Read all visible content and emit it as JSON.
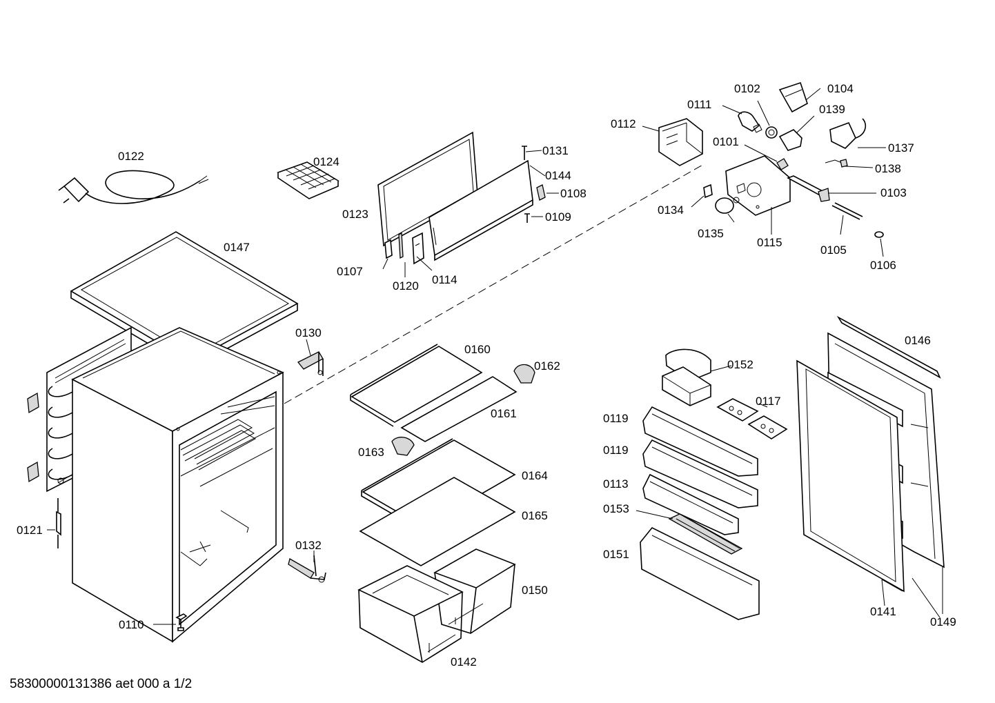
{
  "diagram": {
    "footer_code": "58300000131386 aet 000 a 1/2",
    "part_numbers": {
      "p0101": "0101",
      "p0102": "0102",
      "p0103": "0103",
      "p0104": "0104",
      "p0105": "0105",
      "p0106": "0106",
      "p0107": "0107",
      "p0108": "0108",
      "p0109": "0109",
      "p0110": "0110",
      "p0111": "0111",
      "p0112": "0112",
      "p0113": "0113",
      "p0114": "0114",
      "p0115": "0115",
      "p0117": "0117",
      "p0119": "0119",
      "p0120": "0120",
      "p0121": "0121",
      "p0122": "0122",
      "p0123": "0123",
      "p0124": "0124",
      "p0130": "0130",
      "p0131": "0131",
      "p0132": "0132",
      "p0134": "0134",
      "p0135": "0135",
      "p0137": "0137",
      "p0138": "0138",
      "p0139": "0139",
      "p0141": "0141",
      "p0142": "0142",
      "p0144": "0144",
      "p0146": "0146",
      "p0147": "0147",
      "p0149": "0149",
      "p0150": "0150",
      "p0151": "0151",
      "p0152": "0152",
      "p0153": "0153",
      "p0160": "0160",
      "p0161": "0161",
      "p0162": "0162",
      "p0163": "0163",
      "p0164": "0164",
      "p0165": "0165"
    }
  }
}
